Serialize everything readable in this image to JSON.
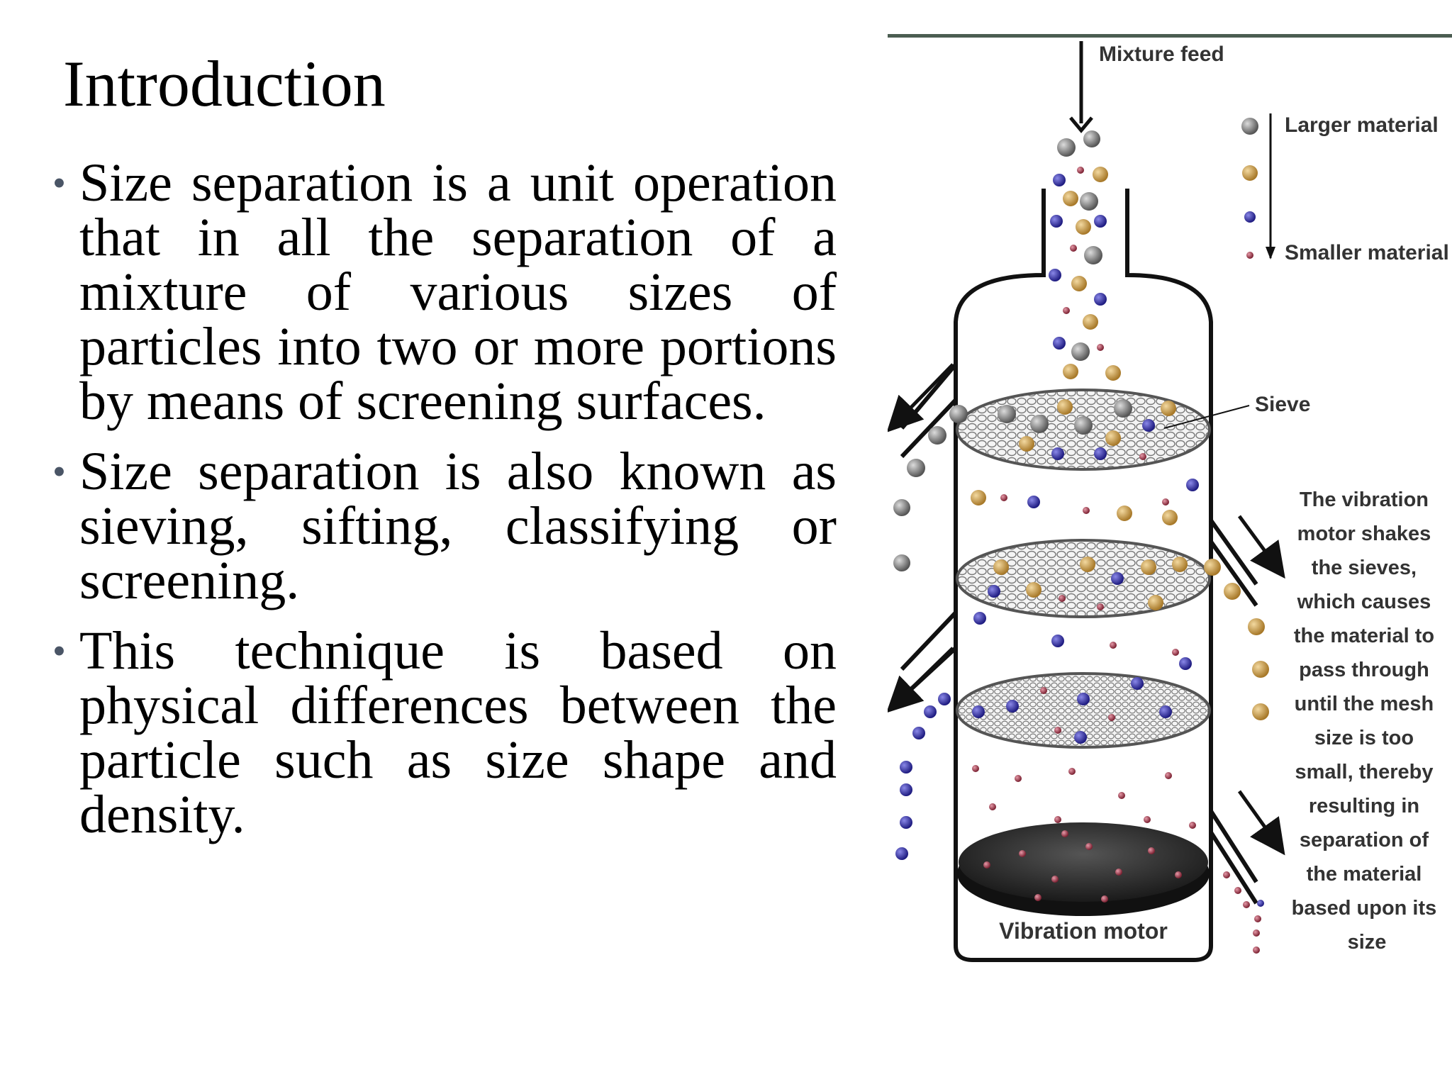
{
  "slide": {
    "title": "Introduction",
    "bullets": [
      "Size separation is a unit operation that in all the separation of a mixture of various sizes of particles into two or more portions by means of screening surfaces.",
      "Size separation is also known as sieving, sifting, classifying or screening.",
      "This technique is based on physical differences between the particle such as size shape and density."
    ]
  },
  "figure": {
    "labels": {
      "feed": "Mixture feed",
      "larger": "Larger material",
      "smaller": "Smaller material",
      "sieve": "Sieve",
      "motor": "Vibration motor",
      "caption_lines": [
        "The vibration",
        "motor shakes",
        "the sieves,",
        "which causes",
        "the material to",
        "pass through",
        "until the mesh",
        "size is too",
        "small, thereby",
        "resulting in",
        "separation of",
        "the material",
        "based upon its",
        "size"
      ]
    },
    "colors": {
      "gray_particle": "#6b6b6b",
      "gold_particle": "#c79a45",
      "blue_particle": "#2d2a9e",
      "red_particle": "#8e2a3c",
      "motor_top": "#2a2a2a"
    }
  }
}
